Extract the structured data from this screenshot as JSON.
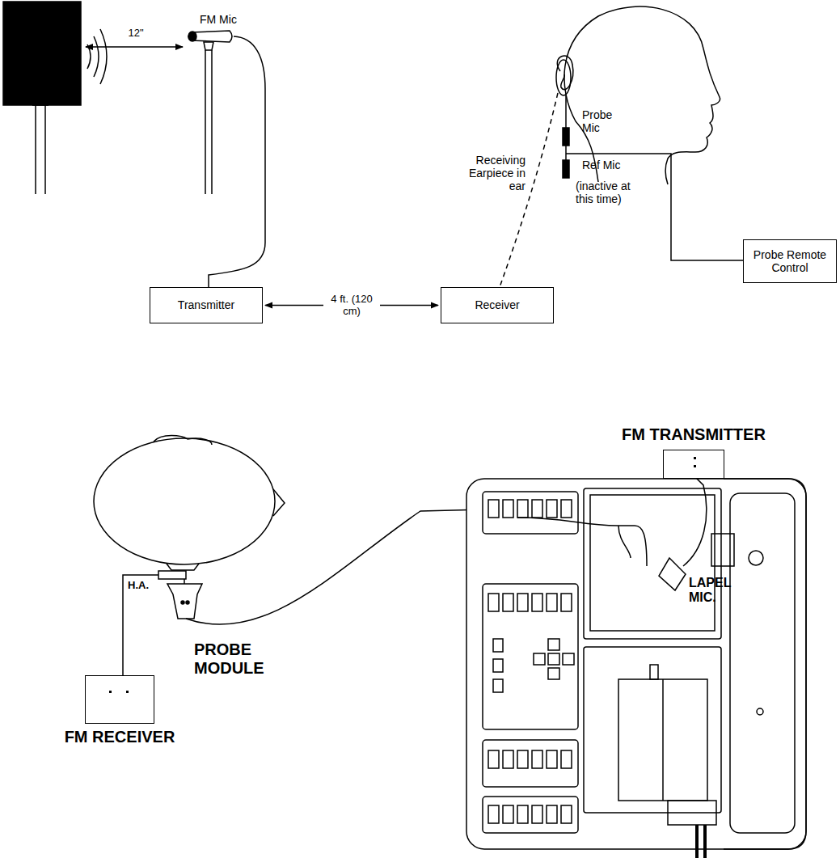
{
  "diagram": {
    "nodes": [
      {
        "text": [
          "Transmitter"
        ]
      },
      {
        "text": [
          "Receiver"
        ]
      },
      {
        "text": [
          "Probe Remote Control"
        ]
      },
      {
        "text": [
          "FM TRANSMITTER"
        ]
      },
      {
        "text": [
          "FM RECEIVER"
        ]
      }
    ],
    "edges": [
      {
        "from": 0,
        "to": 1,
        "label": "4 ft. (120 cm)",
        "arrow": "both"
      }
    ],
    "labels": [
      "FM Mic",
      "12\"",
      "Probe Mic",
      "Ref Mic",
      "(inactive at this time)",
      "Receiving Earpiece in ear",
      "LAPEL MIC.",
      "H.A.",
      "PROBE MODULE"
    ]
  }
}
